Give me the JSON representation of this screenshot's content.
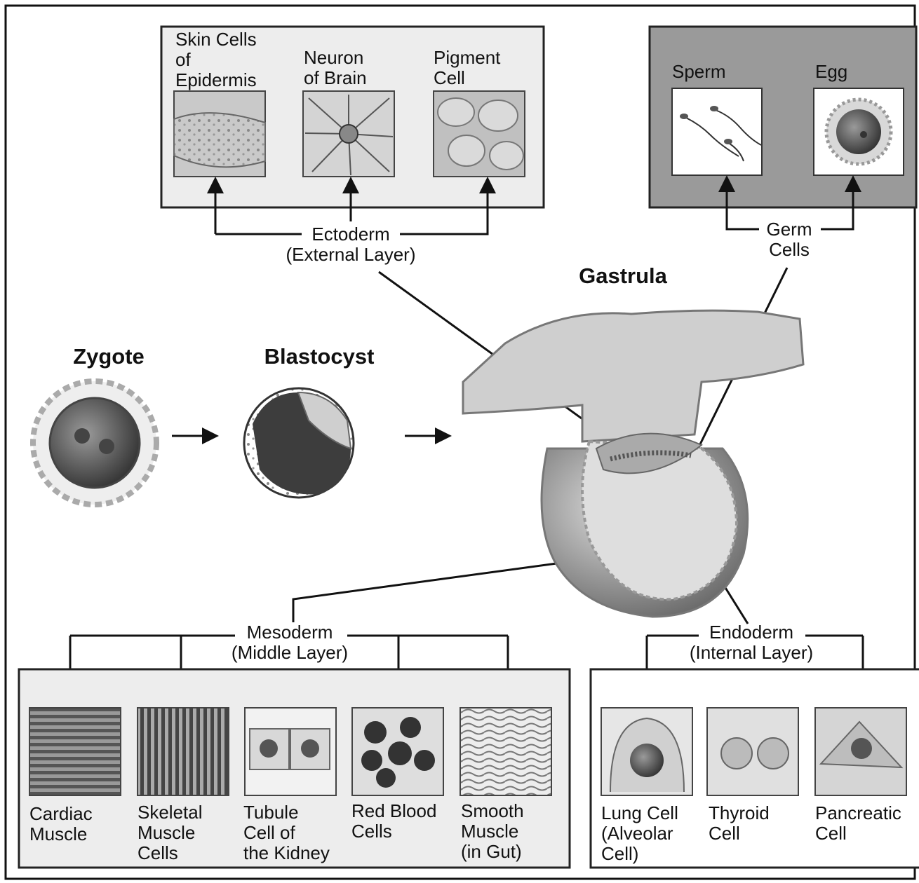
{
  "stages": {
    "zygote": "Zygote",
    "blastocyst": "Blastocyst",
    "gastrula": "Gastrula"
  },
  "layers": {
    "ectoderm": [
      "Ectoderm",
      "(External Layer)"
    ],
    "germ": [
      "Germ",
      "Cells"
    ],
    "mesoderm": [
      "Mesoderm",
      "(Middle Layer)"
    ],
    "endoderm": [
      "Endoderm",
      "(Internal Layer)"
    ]
  },
  "ectoderm_cells": [
    [
      "Skin Cells",
      "of",
      "Epidermis"
    ],
    [
      "Neuron",
      "of Brain"
    ],
    [
      "Pigment",
      "Cell"
    ]
  ],
  "germ_cells": [
    "Sperm",
    "Egg"
  ],
  "mesoderm_cells": [
    [
      "Cardiac",
      "Muscle"
    ],
    [
      "Skeletal",
      "Muscle",
      "Cells"
    ],
    [
      "Tubule",
      "Cell of",
      "the Kidney"
    ],
    [
      "Red Blood",
      "Cells"
    ],
    [
      "Smooth",
      "Muscle",
      "(in Gut)"
    ]
  ],
  "endoderm_cells": [
    [
      "Lung Cell",
      "(Alveolar",
      "Cell)"
    ],
    [
      "Thyroid",
      "Cell"
    ],
    [
      "Pancreatic",
      "Cell"
    ]
  ],
  "colors": {
    "panel_light": "#ededed",
    "panel_dark": "#9a9a9a",
    "line": "#111111"
  }
}
